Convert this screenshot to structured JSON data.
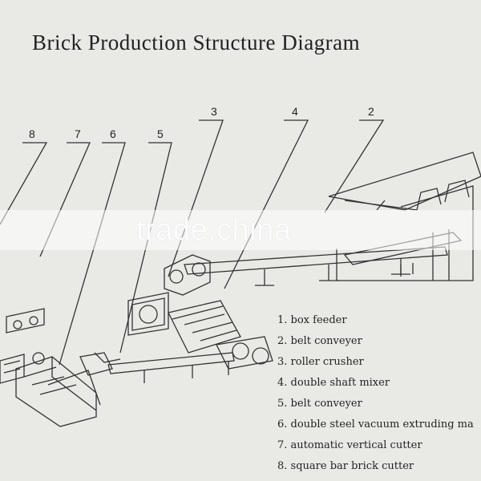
{
  "title": "Brick Production Structure Diagram",
  "callouts": [
    "8",
    "7",
    "6",
    "5",
    "3",
    "4",
    "2"
  ],
  "legend": [
    "1. box feeder",
    "2. belt conveyer",
    "3. roller crusher",
    "4. double shaft mixer",
    "5. belt conveyer",
    "6. double steel vacuum extruding ma",
    "7. automatic vertical cutter",
    "8. square bar brick cutter"
  ],
  "watermark": "trade.china"
}
